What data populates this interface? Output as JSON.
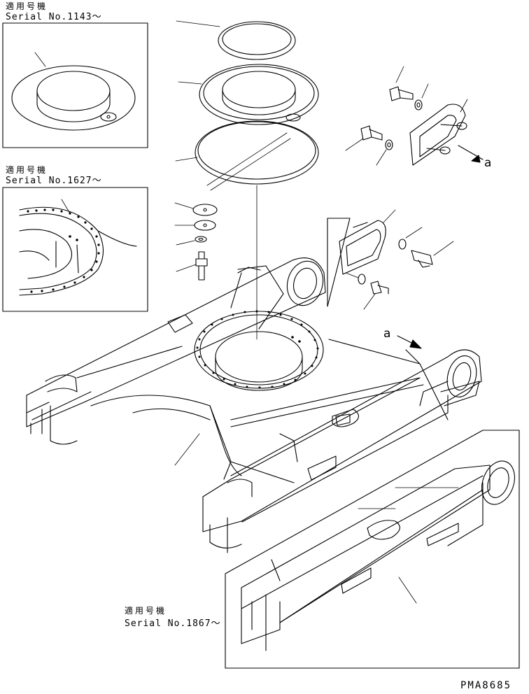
{
  "insets": [
    {
      "applicability": "適用号機",
      "serial": "Serial No.1143～"
    },
    {
      "applicability": "適用号機",
      "serial": "Serial No.1627～"
    },
    {
      "applicability": "適用号機",
      "serial": "Serial No.1867～"
    }
  ],
  "view_marker": "a",
  "view_marker_callout": "a",
  "drawing_code": "PMA8685"
}
